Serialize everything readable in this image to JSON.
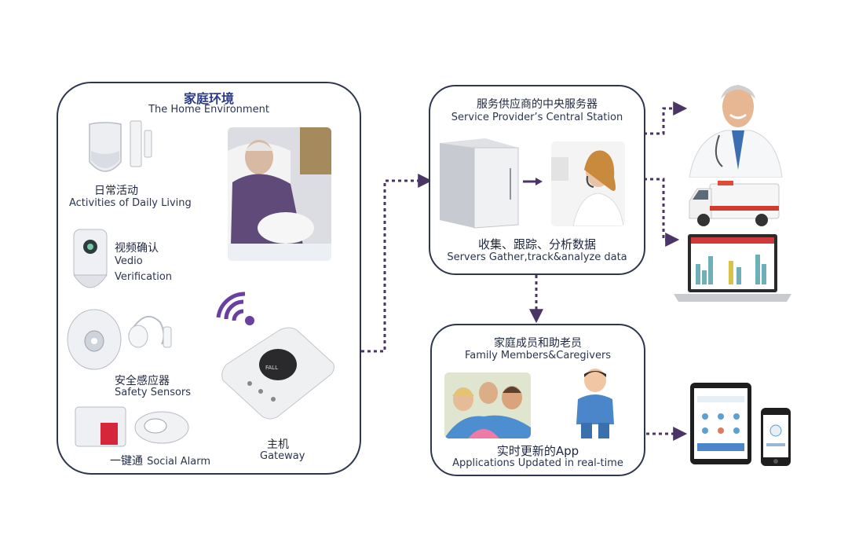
{
  "home": {
    "title_cn": "家庭环境",
    "title_en": "The Home Environment",
    "adl_cn": "日常活动",
    "adl_en": "Activities of Daily Living",
    "video_cn": "视频确认",
    "video_en1": "Vedio",
    "video_en2": "Verification",
    "safety_cn": "安全感应器",
    "safety_en": "Safety Sensors",
    "alarm_cn": "一键通",
    "alarm_en": "Social Alarm",
    "gateway_cn": "主机",
    "gateway_en": "Gateway",
    "gateway_device_text": "FALL"
  },
  "central": {
    "title_cn": "服务供应商的中央服务器",
    "title_en": "Service Provider’s Central Station",
    "caption_cn": "收集、跟踪、分析数据",
    "caption_en": "Servers Gather,track&analyze data"
  },
  "family": {
    "title_cn": "家庭成员和助老员",
    "title_en": "Family Members&Caregivers",
    "caption_cn": "实时更新的App",
    "caption_en": "Applications Updated in real-time"
  },
  "colors": {
    "border": "#2e3650",
    "arrow": "#4a3566",
    "accent": "#6b3fa0"
  }
}
